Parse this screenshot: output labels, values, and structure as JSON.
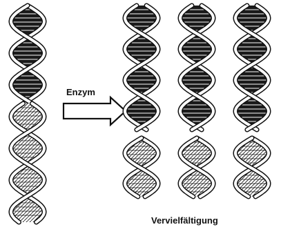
{
  "labels": {
    "enzyme": "Enzym",
    "amplification": "Vervielfältigung"
  },
  "icons": {
    "helix": "dna-double-helix-icon",
    "arrow": "process-arrow-icon"
  },
  "colors": {
    "ink": "#111111",
    "dark_fill": "#1a1a1a",
    "light_fill": "#ffffff",
    "paper": "#ffffff"
  },
  "molecules": {
    "source_helix": "dark upper half, light lower half",
    "dark_copies": 3,
    "light_copies": 3
  }
}
